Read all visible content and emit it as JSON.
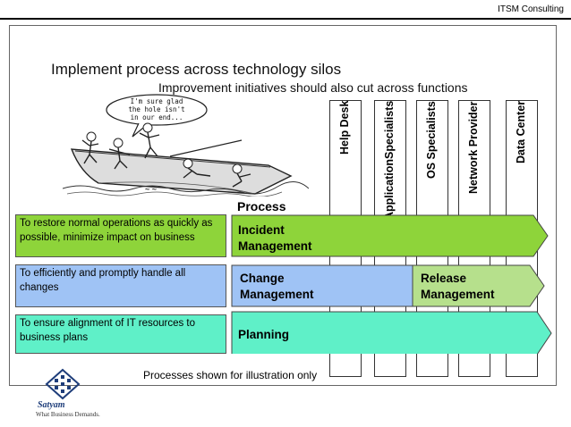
{
  "header": {
    "label": "ITSM Consulting"
  },
  "title": "Implement process across technology silos",
  "subtitle": "Improvement initiatives should also cut across functions",
  "cartoon": {
    "speech_text": "I'm sure glad the hole isn't in our end..."
  },
  "silos": [
    {
      "lines": [
        "Help Desk"
      ]
    },
    {
      "lines": [
        "Application",
        "Specialists"
      ]
    },
    {
      "lines": [
        "OS Specialists"
      ]
    },
    {
      "lines": [
        "Network Provider"
      ]
    },
    {
      "lines": [
        "Data Center"
      ]
    }
  ],
  "process_label": "Process",
  "rows": [
    {
      "description": "To restore normal operations as quickly as possible, minimize impact on business",
      "process_line1": "Incident",
      "process_line2": "Management",
      "color": "#8ed43a"
    },
    {
      "description": "To efficiently and promptly handle  all changes",
      "process_line1": "Change",
      "process_line2": "Management",
      "color": "#9fc3f5",
      "secondary_line1": "Release",
      "secondary_line2": "Management",
      "secondary_color": "#b6e08c"
    },
    {
      "description": "To ensure alignment of IT resources to business plans",
      "process_line1": "Planning",
      "color": "#5ff0c8"
    }
  ],
  "note": "Processes shown for illustration only",
  "logo": {
    "name": "Satyam",
    "tagline": "What Business Demands."
  }
}
